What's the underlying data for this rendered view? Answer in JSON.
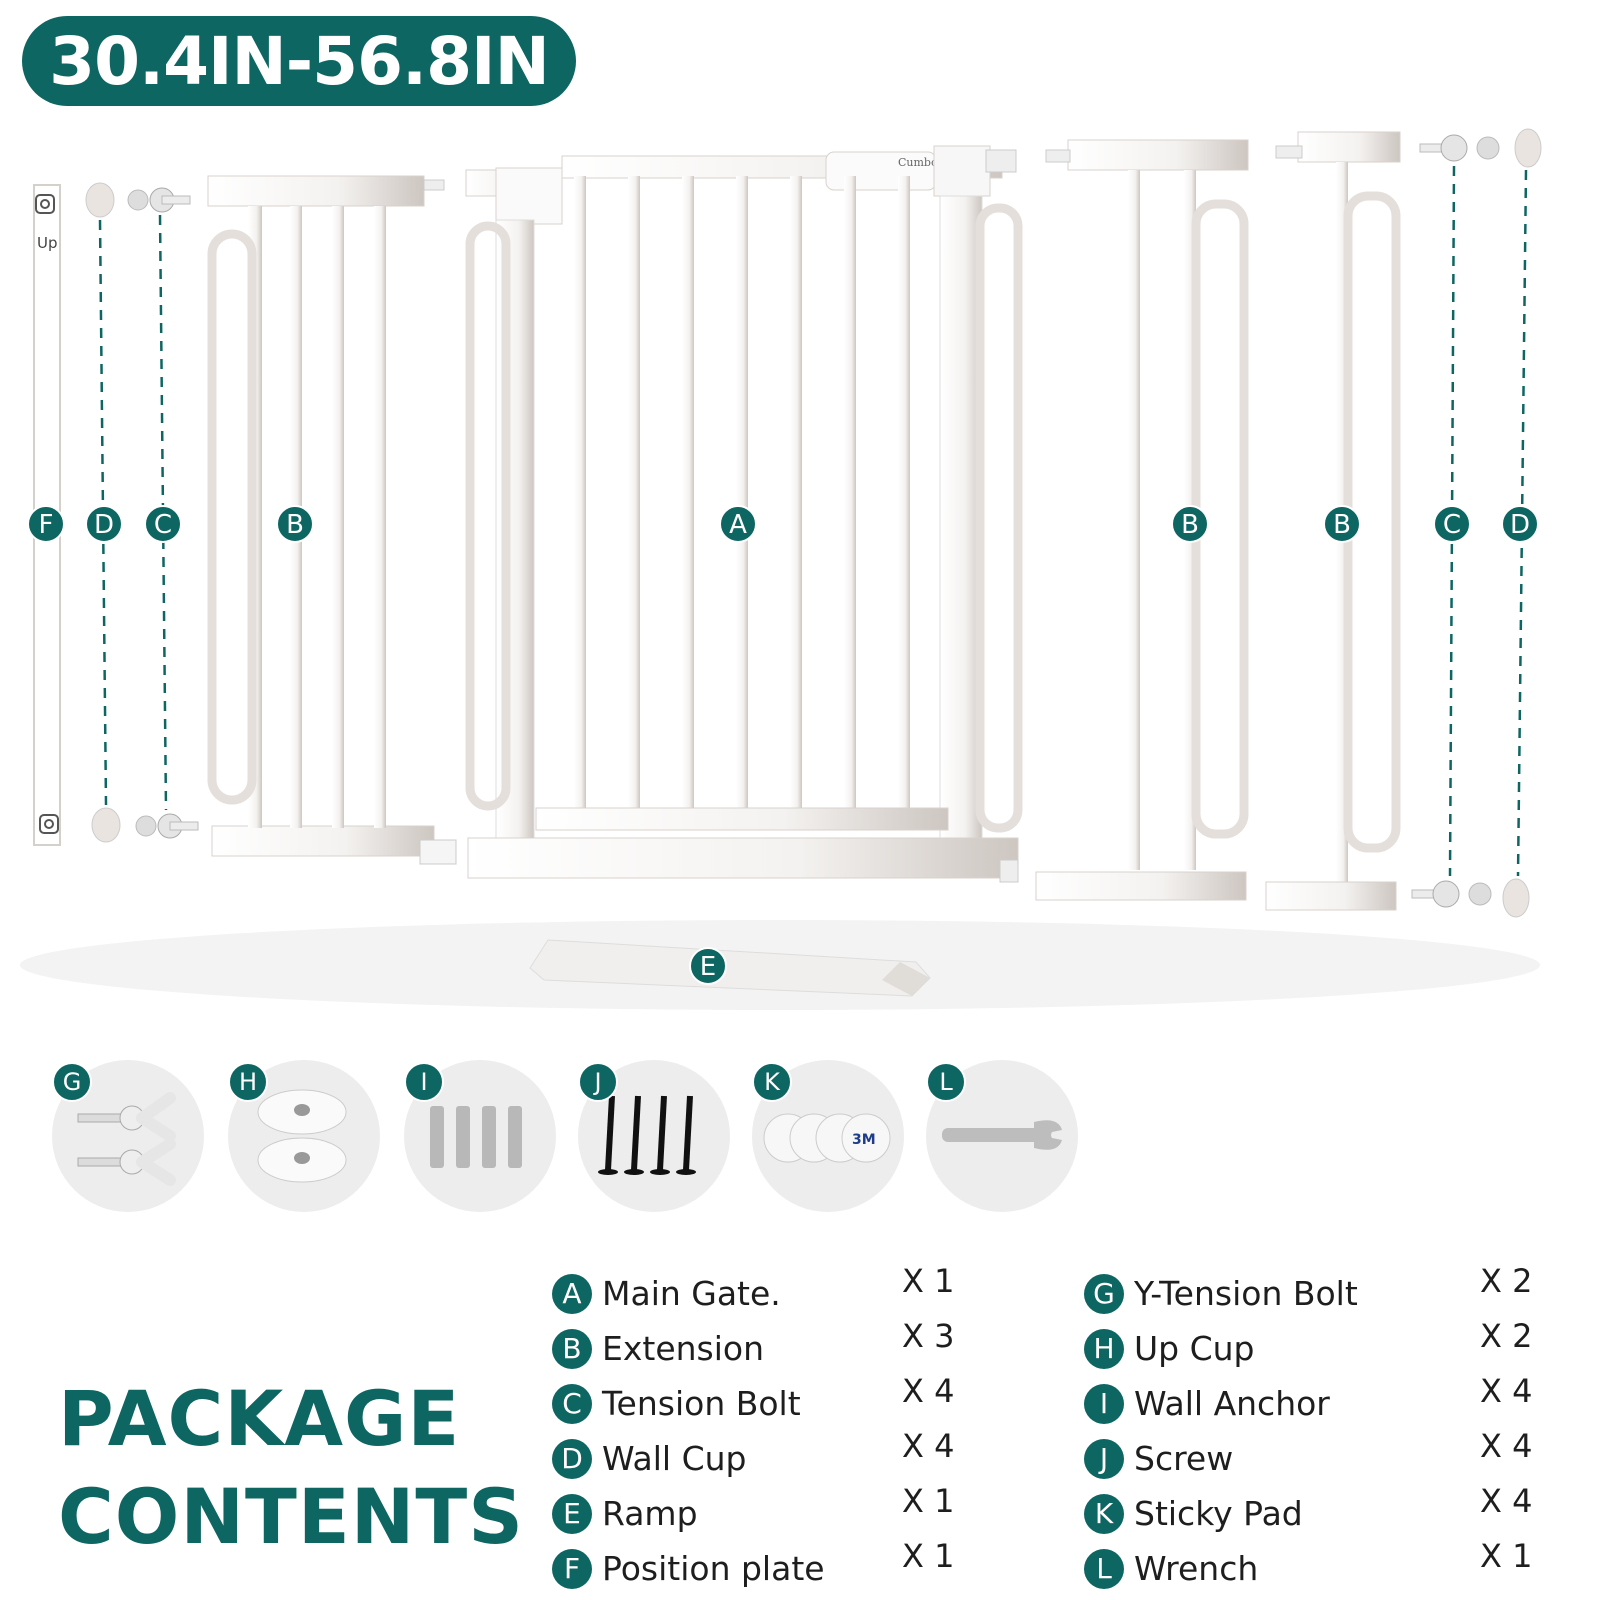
{
  "size_range": "30.4IN-56.8IN",
  "diagram_labels": {
    "F": "F",
    "D_left": "D",
    "C_left": "C",
    "B_left": "B",
    "A": "A",
    "B_right1": "B",
    "B_right2": "B",
    "C_right": "C",
    "D_right": "D",
    "E": "E",
    "up_text": "Up",
    "brand_text": "Cumbor"
  },
  "accessories": [
    {
      "letter": "G",
      "name": "y-tension-bolts-photo"
    },
    {
      "letter": "H",
      "name": "up-cups-photo"
    },
    {
      "letter": "I",
      "name": "wall-anchors-photo"
    },
    {
      "letter": "J",
      "name": "screws-photo"
    },
    {
      "letter": "K",
      "name": "sticky-pads-photo",
      "pad_text": "3M"
    },
    {
      "letter": "L",
      "name": "wrench-photo"
    }
  ],
  "title_line1": "PACKAGE",
  "title_line2": "CONTENTS",
  "parts_left": [
    {
      "letter": "A",
      "name": "Main Gate.",
      "qty": "X 1"
    },
    {
      "letter": "B",
      "name": "Extension",
      "qty": "X 3"
    },
    {
      "letter": "C",
      "name": "Tension Bolt",
      "qty": "X 4"
    },
    {
      "letter": "D",
      "name": "Wall Cup",
      "qty": "X 4"
    },
    {
      "letter": "E",
      "name": "Ramp",
      "qty": "X 1"
    },
    {
      "letter": "F",
      "name": "Position plate",
      "qty": "X 1"
    }
  ],
  "parts_right": [
    {
      "letter": "G",
      "name": "Y-Tension Bolt",
      "qty": "X 2"
    },
    {
      "letter": "H",
      "name": "Up Cup",
      "qty": "X 2"
    },
    {
      "letter": "I",
      "name": "Wall Anchor",
      "qty": "X 4"
    },
    {
      "letter": "J",
      "name": "Screw",
      "qty": "X 4"
    },
    {
      "letter": "K",
      "name": "Sticky Pad",
      "qty": "X 4"
    },
    {
      "letter": "L",
      "name": "Wrench",
      "qty": "X 1"
    }
  ],
  "colors": {
    "accent": "#0e6663",
    "frame": "#ffffff",
    "frame_shade": "#d9d3cf"
  }
}
